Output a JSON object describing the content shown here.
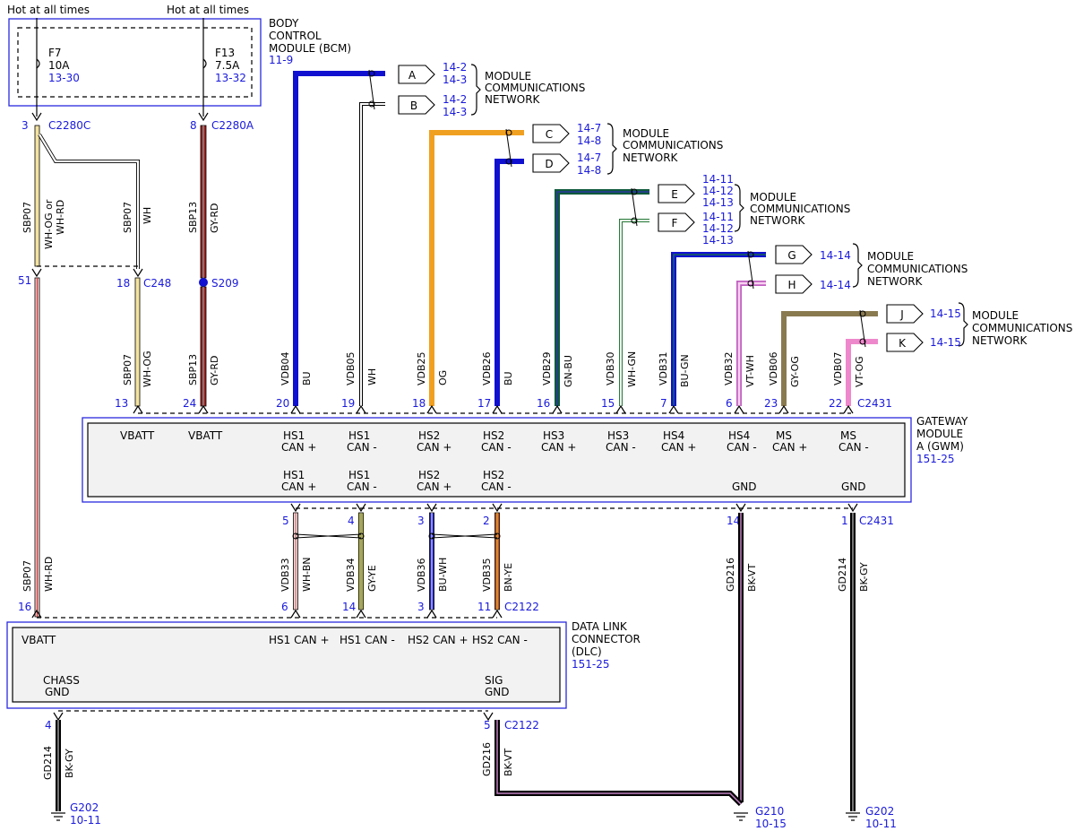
{
  "bcm": {
    "hot1": "Hot at all times",
    "hot2": "Hot at all times",
    "name": [
      "BODY",
      "CONTROL",
      "MODULE (BCM)"
    ],
    "ref": "11-9",
    "fuses": [
      {
        "name": "F7",
        "rating": "10A",
        "ref": "13-30"
      },
      {
        "name": "F13",
        "rating": "7.5A",
        "ref": "13-32"
      }
    ]
  },
  "connectors": {
    "c2280c": "C2280C",
    "c2280a": "C2280A",
    "c248": "C248",
    "s209": "S209",
    "c2431": "C2431",
    "c2122": "C2122"
  },
  "pins": {
    "p3": "3",
    "p8": "8",
    "p51": "51",
    "p18": "18",
    "g13": "13",
    "g24": "24",
    "g20": "20",
    "g19": "19",
    "g18": "18",
    "g17": "17",
    "g16": "16",
    "g15": "15",
    "g7": "7",
    "g6": "6",
    "g23": "23",
    "g22": "22",
    "b5": "5",
    "b4": "4",
    "b3": "3",
    "b2": "2",
    "b14": "14",
    "b1": "1",
    "d16": "16",
    "d6": "6",
    "d14": "14",
    "d3": "3",
    "d11": "11",
    "d4": "4",
    "d5": "5"
  },
  "wires": {
    "w1c": "SBP07",
    "w1a": "WH-OG or",
    "w1b": "WH-RD",
    "w2c": "SBP07",
    "w2a": "WH",
    "w3c": "SBP13",
    "w3a": "GY-RD",
    "g1c": "SBP07",
    "g1a": "WH-OG",
    "g2c": "SBP13",
    "g2a": "GY-RD",
    "v1c": "VDB04",
    "v1a": "BU",
    "v2c": "VDB05",
    "v2a": "WH",
    "v3c": "VDB25",
    "v3a": "OG",
    "v4c": "VDB26",
    "v4a": "BU",
    "v5c": "VDB29",
    "v5a": "GN-BU",
    "v6c": "VDB30",
    "v6a": "WH-GN",
    "v7c": "VDB31",
    "v7a": "BU-GN",
    "v8c": "VDB32",
    "v8a": "VT-WH",
    "v9c": "VDB06",
    "v9a": "GY-OG",
    "v10c": "VDB07",
    "v10a": "VT-OG",
    "l1c": "SBP07",
    "l1a": "WH-RD",
    "l2c": "VDB33",
    "l2a": "WH-BN",
    "l3c": "VDB34",
    "l3a": "GY-YE",
    "l4c": "VDB36",
    "l4a": "BU-WH",
    "l5c": "VDB35",
    "l5a": "BN-YE",
    "l6c": "GD216",
    "l6a": "BK-VT",
    "l7c": "GD214",
    "l7a": "BK-GY",
    "d1c": "GD214",
    "d1a": "BK-GY",
    "d2c": "GD216",
    "d2a": "BK-VT"
  },
  "network_refs": {
    "A": "A",
    "B": "B",
    "C": "C",
    "D": "D",
    "E": "E",
    "F": "F",
    "G": "G",
    "H": "H",
    "J": "J",
    "K": "K",
    "A_refs": [
      "14-2",
      "14-3"
    ],
    "B_refs": [
      "14-2",
      "14-3"
    ],
    "C_refs": [
      "14-7",
      "14-8"
    ],
    "D_refs": [
      "14-7",
      "14-8"
    ],
    "E_refs": [
      "14-11",
      "14-12",
      "14-13"
    ],
    "F_refs": [
      "14-11",
      "14-12",
      "14-13"
    ],
    "G_refs": [
      "14-14"
    ],
    "H_refs": [
      "14-14"
    ],
    "J_refs": [
      "14-15"
    ],
    "K_refs": [
      "14-15"
    ],
    "mcn": [
      "MODULE",
      "COMMUNICATIONS",
      "NETWORK"
    ]
  },
  "gwm": {
    "name": [
      "GATEWAY",
      "MODULE",
      "A (GWM)"
    ],
    "ref": "151-25",
    "top_pins": [
      [
        "VBATT",
        ""
      ],
      [
        "VBATT",
        ""
      ],
      [
        "HS1",
        "CAN +"
      ],
      [
        "HS1",
        "CAN -"
      ],
      [
        "HS2",
        "CAN +"
      ],
      [
        "HS2",
        "CAN -"
      ],
      [
        "HS3",
        "CAN +"
      ],
      [
        "HS3",
        "CAN -"
      ],
      [
        "HS4",
        "CAN +"
      ],
      [
        "HS4",
        "CAN -"
      ],
      [
        "MS",
        "CAN +"
      ],
      [
        "MS",
        "CAN -"
      ]
    ],
    "bottom_pins": [
      [
        "HS1",
        "CAN +"
      ],
      [
        "HS1",
        "CAN -"
      ],
      [
        "HS2",
        "CAN +"
      ],
      [
        "HS2",
        "CAN -"
      ],
      [
        "GND",
        ""
      ],
      [
        "GND",
        ""
      ]
    ]
  },
  "dlc": {
    "name": [
      "DATA LINK",
      "CONNECTOR",
      "(DLC)"
    ],
    "ref": "151-25",
    "vbatt": "VBATT",
    "pins": [
      "HS1 CAN +",
      "HS1 CAN -",
      "HS2 CAN +",
      "HS2 CAN -"
    ],
    "chass": [
      "CHASS",
      "GND"
    ],
    "sig": [
      "SIG",
      "GND"
    ]
  },
  "grounds": [
    {
      "name": "G202",
      "ref": "10-11"
    },
    {
      "name": "G210",
      "ref": "10-15"
    },
    {
      "name": "G202",
      "ref": "10-11"
    }
  ],
  "colors": {
    "blue": "#1010d0",
    "orange": "#f0a020",
    "green": "#0e5a3c",
    "pink": "#ee88cc",
    "violet_pink": "#e080e0",
    "tan": "#8a7a50",
    "red": "#c03030"
  }
}
